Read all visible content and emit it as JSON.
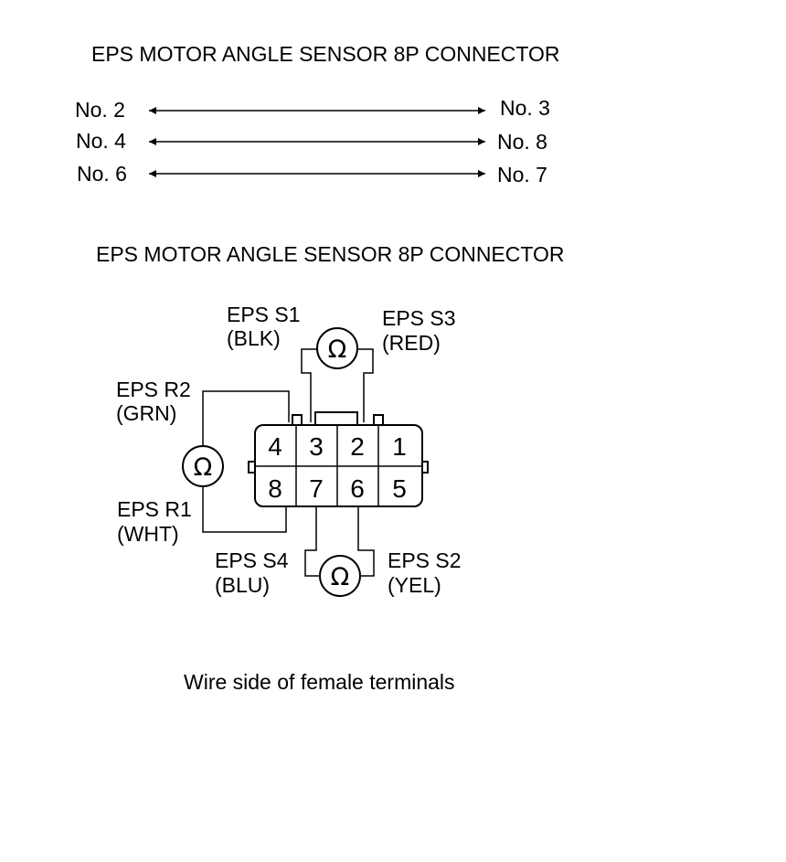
{
  "section1": {
    "title": "EPS MOTOR ANGLE SENSOR 8P CONNECTOR",
    "rows": [
      {
        "left": "No. 2",
        "right": "No. 3"
      },
      {
        "left": "No. 4",
        "right": "No. 8"
      },
      {
        "left": "No. 6",
        "right": "No. 7"
      }
    ]
  },
  "section2": {
    "title": "EPS MOTOR ANGLE SENSOR 8P CONNECTOR",
    "connector": {
      "top_row": [
        "4",
        "3",
        "2",
        "1"
      ],
      "bottom_row": [
        "8",
        "7",
        "6",
        "5"
      ]
    },
    "meters": [
      {
        "symbol": "Ω",
        "a_name": "EPS S1",
        "a_color": "(BLK)",
        "b_name": "EPS S3",
        "b_color": "(RED)"
      },
      {
        "symbol": "Ω",
        "a_name": "EPS R2",
        "a_color": "(GRN)",
        "b_name": "EPS R1",
        "b_color": "(WHT)"
      },
      {
        "symbol": "Ω",
        "a_name": "EPS S4",
        "a_color": "(BLU)",
        "b_name": "EPS S2",
        "b_color": "(YEL)"
      }
    ],
    "caption": "Wire side of female terminals"
  }
}
